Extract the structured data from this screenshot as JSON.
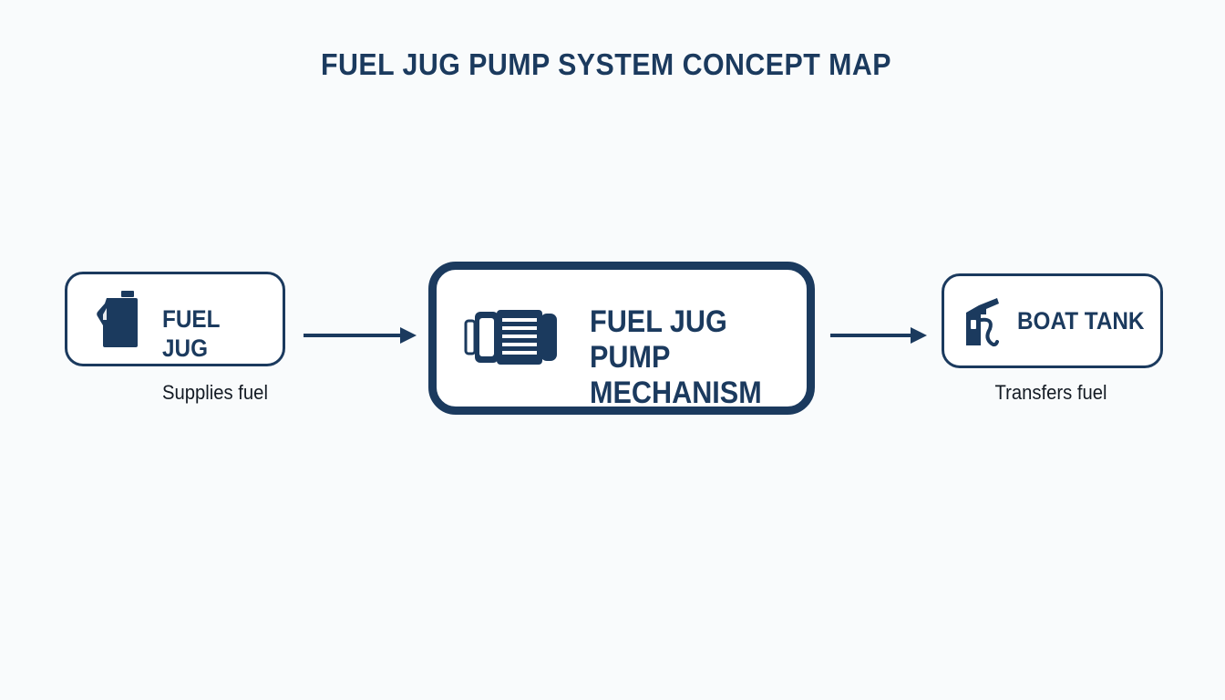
{
  "title": "FUEL JUG PUMP SYSTEM CONCEPT MAP",
  "colors": {
    "primary": "#1b3a5e",
    "caption_text": "#141b24",
    "background": "#f9fbfc",
    "node_fill": "#ffffff"
  },
  "nodes": {
    "fuel_jug": {
      "label": "FUEL JUG",
      "icon": "fuel-jug-icon",
      "caption": "Supplies fuel"
    },
    "pump": {
      "label": "FUEL JUG PUMP\nMECHANISM",
      "icon": "pump-mechanism-icon"
    },
    "boat_tank": {
      "label": "BOAT TANK",
      "icon": "fuel-nozzle-icon",
      "caption": "Transfers fuel"
    }
  },
  "edges": [
    {
      "from": "fuel_jug",
      "to": "pump"
    },
    {
      "from": "pump",
      "to": "boat_tank"
    }
  ]
}
